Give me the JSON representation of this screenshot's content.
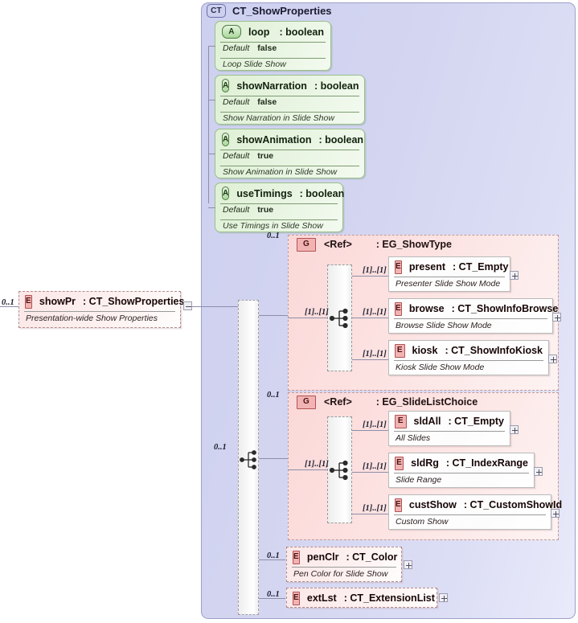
{
  "diagram": {
    "title": "CT_ShowProperties",
    "root_badge": "CT",
    "root_element": {
      "badge": "E",
      "name": "showPr",
      "type": ": CT_ShowProperties",
      "doc": "Presentation-wide Show Properties",
      "occurrence": "0..1",
      "toggle": "minus-box"
    },
    "attributes": [
      {
        "badge": "A",
        "name": "loop",
        "type": ": boolean",
        "default_label": "Default",
        "default_value": "false",
        "doc": "Loop Slide Show"
      },
      {
        "badge": "A",
        "name": "showNarration",
        "type": ": boolean",
        "default_label": "Default",
        "default_value": "false",
        "doc": "Show Narration in Slide Show"
      },
      {
        "badge": "A",
        "name": "showAnimation",
        "type": ": boolean",
        "default_label": "Default",
        "default_value": "true",
        "doc": "Show Animation in Slide Show"
      },
      {
        "badge": "A",
        "name": "useTimings",
        "type": ": boolean",
        "default_label": "Default",
        "default_value": "true",
        "doc": "Use Timings in Slide Show"
      }
    ],
    "sequence": {
      "occurrence": "0..1",
      "compositor": "sequence"
    },
    "groups": [
      {
        "badge": "G",
        "ref_label": "<Ref>",
        "type": ": EG_ShowType",
        "occurrence": "0..1",
        "choice_occurrence": "[1]..[1]",
        "members": [
          {
            "badge": "E",
            "name": "present",
            "type": ": CT_Empty",
            "doc": "Presenter Slide Show Mode",
            "occurrence": "[1]..[1]",
            "toggle": "plus-box"
          },
          {
            "badge": "E",
            "name": "browse",
            "type": ": CT_ShowInfoBrowse",
            "doc": "Browse Slide Show Mode",
            "occurrence": "[1]..[1]",
            "toggle": "plus-box"
          },
          {
            "badge": "E",
            "name": "kiosk",
            "type": ": CT_ShowInfoKiosk",
            "doc": "Kiosk Slide Show Mode",
            "occurrence": "[1]..[1]",
            "toggle": "plus-box"
          }
        ]
      },
      {
        "badge": "G",
        "ref_label": "<Ref>",
        "type": ": EG_SlideListChoice",
        "occurrence": "0..1",
        "choice_occurrence": "[1]..[1]",
        "members": [
          {
            "badge": "E",
            "name": "sldAll",
            "type": ": CT_Empty",
            "doc": "All Slides",
            "occurrence": "[1]..[1]",
            "toggle": "plus-box"
          },
          {
            "badge": "E",
            "name": "sldRg",
            "type": ": CT_IndexRange",
            "doc": "Slide Range",
            "occurrence": "[1]..[1]",
            "toggle": "plus-box"
          },
          {
            "badge": "E",
            "name": "custShow",
            "type": ": CT_CustomShowId",
            "doc": "Custom Show",
            "occurrence": "[1]..[1]",
            "toggle": "plus-box"
          }
        ]
      }
    ],
    "tail_elements": [
      {
        "badge": "E",
        "name": "penClr",
        "type": ": CT_Color",
        "doc": "Pen Color for Slide Show",
        "occurrence": "0..1",
        "toggle": "plus-box"
      },
      {
        "badge": "E",
        "name": "extLst",
        "type": ": CT_ExtensionList",
        "doc": "",
        "occurrence": "0..1",
        "toggle": "plus-box"
      }
    ],
    "colors": {
      "container_fill": "#d4d6f1",
      "attribute_fill": "#dff0d5",
      "element_fill": "#fae3e3",
      "group_fill": "#fbd8d8",
      "line": "#8e8ea8"
    }
  }
}
